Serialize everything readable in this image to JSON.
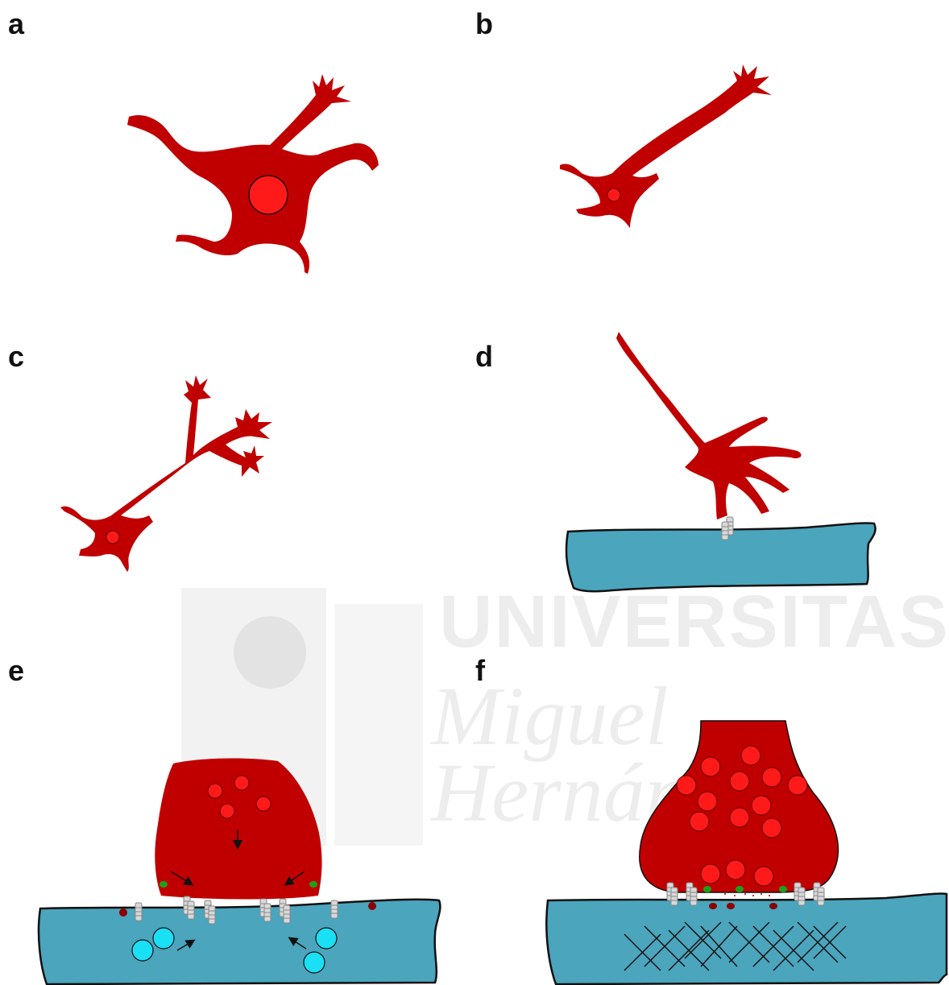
{
  "panels": {
    "a": "a",
    "b": "b",
    "c": "c",
    "d": "d",
    "e": "e",
    "f": "f"
  },
  "watermark": {
    "line1": "UNIVERSITAS",
    "line2": "Miguel",
    "line3": "Hernández"
  },
  "colors": {
    "neuron": "#c00000",
    "nucleus": "#ff1a1a",
    "muscle": "#4aa5bd",
    "vesicle_blue": "#19e0f5",
    "receptor": "#cccccc",
    "green_marker": "#1aa11a",
    "dark_red_marker": "#8b0000"
  }
}
